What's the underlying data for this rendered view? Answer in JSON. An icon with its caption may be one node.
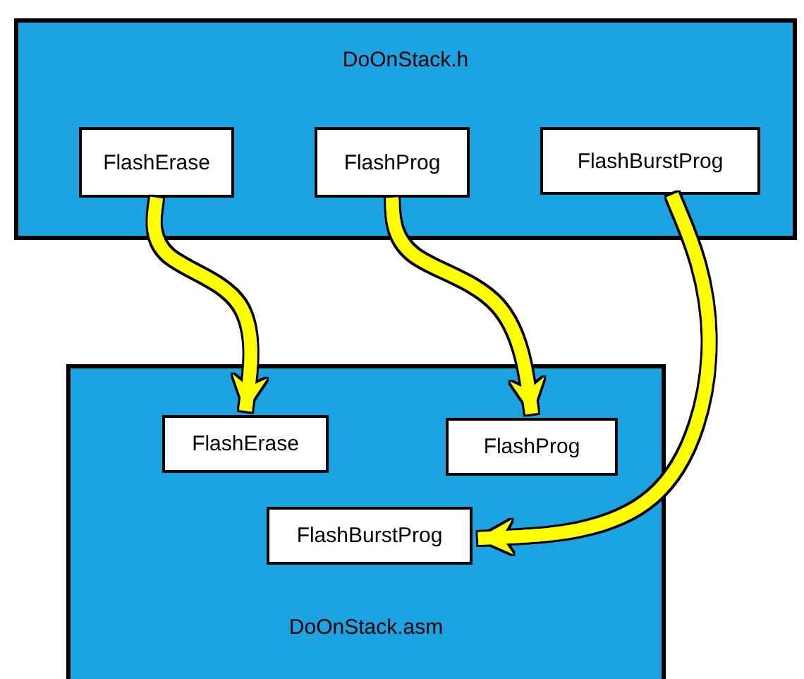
{
  "diagram": {
    "nodes": [
      {
        "text": [
          "DoOnStack.h"
        ]
      },
      {
        "text": [
          "FlashErase"
        ],
        "in": 0
      },
      {
        "text": [
          "FlashProg"
        ],
        "in": 0
      },
      {
        "text": [
          "FlashBurstProg"
        ],
        "in": 0
      },
      {
        "text": [
          "DoOnStack.asm"
        ]
      },
      {
        "text": [
          "FlashErase"
        ],
        "in": 4
      },
      {
        "text": [
          "FlashProg"
        ],
        "in": 4
      },
      {
        "text": [
          "FlashBurstProg"
        ],
        "in": 4
      }
    ],
    "edges": [
      {
        "from": 1,
        "to": 5,
        "arrow": "to"
      },
      {
        "from": 2,
        "to": 6,
        "arrow": "to"
      },
      {
        "from": 3,
        "to": 7,
        "arrow": "to"
      }
    ]
  }
}
